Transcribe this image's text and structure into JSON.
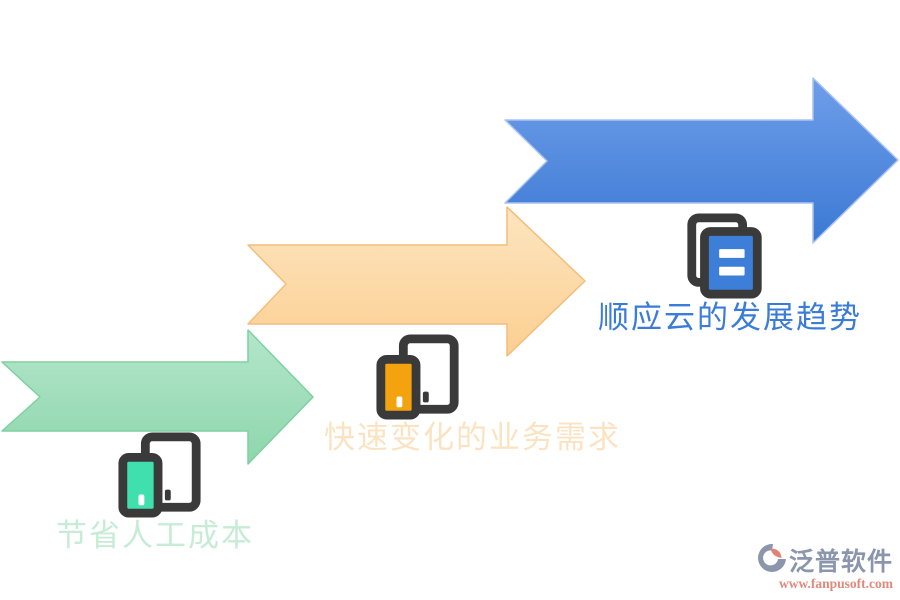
{
  "figure": {
    "type": "staircase-arrow-diagram",
    "background": "#ffffff"
  },
  "steps": [
    {
      "label": "节省人工成本",
      "label_color": "#c7ecd6",
      "icon": "phone-tablet-icon",
      "icon_accent": "#3fdfae",
      "arrow": {
        "fill_top": "#b4e6cb",
        "fill_bottom": "#8ed6ac",
        "stroke": "#7dd1a1"
      }
    },
    {
      "label": "快速变化的业务需求",
      "label_color": "#fbe3c2",
      "icon": "phone-tablet-icon",
      "icon_accent": "#f2a30e",
      "arrow": {
        "fill_top": "#fde5c0",
        "fill_bottom": "#fbcf92",
        "stroke": "#f4bd7b"
      }
    },
    {
      "label": "顺应云的发展趋势",
      "label_color": "#3a7cd8",
      "icon": "documents-icon",
      "icon_accent": "#3d7ed8",
      "arrow": {
        "fill_top": "#6f9ee9",
        "fill_bottom": "#3b79d4",
        "stroke": "#abc4f0"
      }
    }
  ],
  "watermark": {
    "brand": "泛普软件",
    "url": "www.fanpusoft.com",
    "brand_color": "#8b96ad",
    "url_color": "#e08a7d"
  }
}
